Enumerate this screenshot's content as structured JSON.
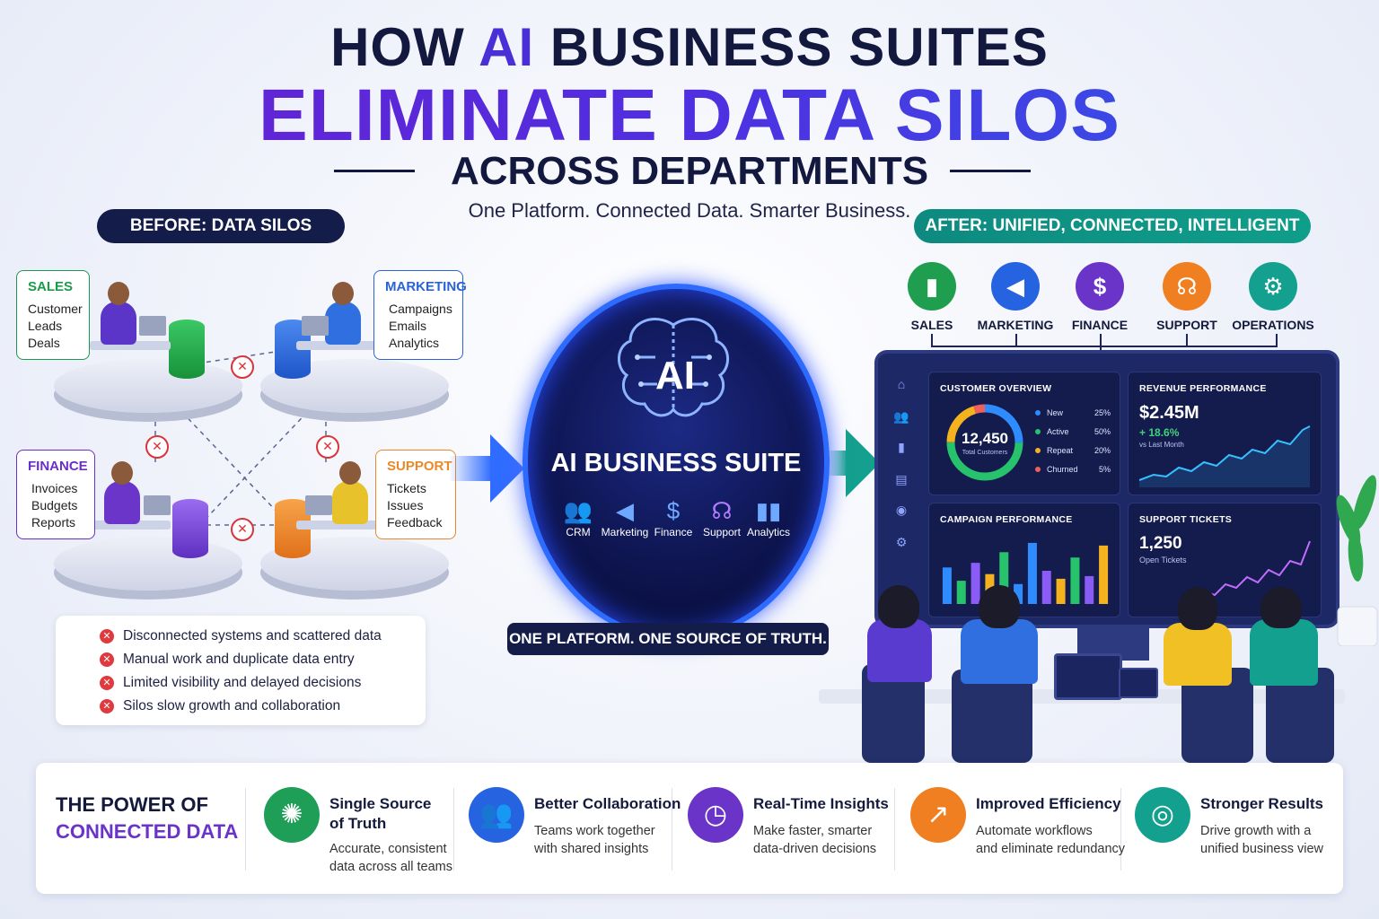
{
  "header": {
    "line1_a": "HOW ",
    "line1_b": "AI",
    "line1_c": " BUSINESS SUITES",
    "line2": "ELIMINATE DATA SILOS",
    "line3": "ACROSS DEPARTMENTS",
    "tagline": "One Platform. Connected Data. Smarter Business."
  },
  "before": {
    "pill": "BEFORE: DATA SILOS",
    "departments": [
      {
        "title": "SALES",
        "items": [
          "Customer",
          "Leads",
          "Deals"
        ],
        "color": "#1a9a4a"
      },
      {
        "title": "MARKETING",
        "items": [
          "Campaigns",
          "Emails",
          "Analytics"
        ],
        "color": "#2a62d8"
      },
      {
        "title": "FINANCE",
        "items": [
          "Invoices",
          "Budgets",
          "Reports"
        ],
        "color": "#6a2fc8"
      },
      {
        "title": "SUPPORT",
        "items": [
          "Tickets",
          "Issues",
          "Feedback"
        ],
        "color": "#e8892a"
      }
    ],
    "problems": [
      "Disconnected systems and scattered data",
      "Manual work and duplicate data entry",
      "Limited visibility and delayed decisions",
      "Silos slow growth and collaboration"
    ]
  },
  "center": {
    "ai_text": "AI",
    "title": "AI BUSINESS SUITE",
    "modules": [
      "CRM",
      "Marketing",
      "Finance",
      "Support",
      "Analytics"
    ],
    "footer": "ONE PLATFORM. ONE SOURCE OF TRUTH."
  },
  "after": {
    "pill": "AFTER: UNIFIED, CONNECTED, INTELLIGENT",
    "departments": [
      {
        "label": "SALES",
        "color": "#1e9e4e",
        "icon": "bar-chart-icon",
        "glyph": "▮"
      },
      {
        "label": "MARKETING",
        "color": "#2563e0",
        "icon": "megaphone-icon",
        "glyph": "◀"
      },
      {
        "label": "FINANCE",
        "color": "#6b34c8",
        "icon": "dollar-icon",
        "glyph": "$"
      },
      {
        "label": "SUPPORT",
        "color": "#f07f22",
        "icon": "headset-icon",
        "glyph": "☊"
      },
      {
        "label": "OPERATIONS",
        "color": "#14a08e",
        "icon": "gear-icon",
        "glyph": "⚙"
      }
    ]
  },
  "dashboard": {
    "customer": {
      "title": "CUSTOMER OVERVIEW",
      "total": "12,450",
      "total_label": "Total Customers",
      "legend": [
        {
          "label": "New",
          "value": "25%",
          "color": "#2f8cff"
        },
        {
          "label": "Active",
          "value": "50%",
          "color": "#27c26c"
        },
        {
          "label": "Repeat",
          "value": "20%",
          "color": "#f5b21f"
        },
        {
          "label": "Churned",
          "value": "5%",
          "color": "#f0605a"
        }
      ]
    },
    "revenue": {
      "title": "REVENUE PERFORMANCE",
      "value": "$2.45M",
      "change": "+ 18.6%",
      "change_label": "vs Last Month"
    },
    "campaign": {
      "title": "CAMPAIGN PERFORMANCE",
      "bars": [
        {
          "v": 0.55,
          "c": "#2f8cff"
        },
        {
          "v": 0.35,
          "c": "#27c26c"
        },
        {
          "v": 0.62,
          "c": "#8a5cf5"
        },
        {
          "v": 0.45,
          "c": "#f5b21f"
        },
        {
          "v": 0.78,
          "c": "#27c26c"
        },
        {
          "v": 0.3,
          "c": "#2f8cff"
        },
        {
          "v": 0.92,
          "c": "#2f8cff"
        },
        {
          "v": 0.5,
          "c": "#8a5cf5"
        },
        {
          "v": 0.38,
          "c": "#f5b21f"
        },
        {
          "v": 0.7,
          "c": "#27c26c"
        },
        {
          "v": 0.42,
          "c": "#8a5cf5"
        },
        {
          "v": 0.88,
          "c": "#f5b21f"
        }
      ]
    },
    "support": {
      "title": "SUPPORT TICKETS",
      "value": "1,250",
      "label": "Open Tickets"
    }
  },
  "benefits": {
    "title_a": "THE POWER OF",
    "title_b": "CONNECTED DATA",
    "items": [
      {
        "title1": "Single Source",
        "title2": "of Truth",
        "d1": "Accurate, consistent",
        "d2": "data across all teams",
        "color": "#1f9e58",
        "icon": "network-icon",
        "glyph": "✺"
      },
      {
        "title1": "Better Collaboration",
        "title2": "",
        "d1": "Teams work together",
        "d2": "with shared insights",
        "color": "#2563e0",
        "icon": "team-icon",
        "glyph": "👥"
      },
      {
        "title1": "Real-Time Insights",
        "title2": "",
        "d1": "Make faster, smarter",
        "d2": "data-driven decisions",
        "color": "#6b34c8",
        "icon": "clock-icon",
        "glyph": "◷"
      },
      {
        "title1": "Improved Efficiency",
        "title2": "",
        "d1": "Automate workflows",
        "d2": "and eliminate redundancy",
        "color": "#f07f22",
        "icon": "growth-chart-icon",
        "glyph": "↗"
      },
      {
        "title1": "Stronger Results",
        "title2": "",
        "d1": "Drive growth with a",
        "d2": "unified business view",
        "color": "#14a08e",
        "icon": "target-icon",
        "glyph": "◎"
      }
    ]
  }
}
